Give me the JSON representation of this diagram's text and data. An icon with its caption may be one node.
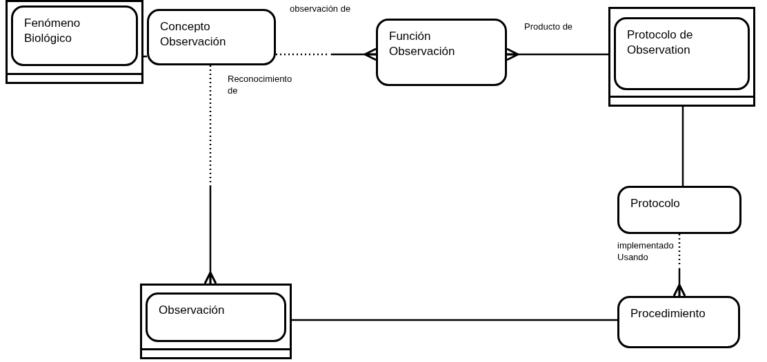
{
  "diagram": {
    "nodes": [
      {
        "text": [],
        "shape": "box"
      },
      {
        "text": [
          "Fenómeno Biológico"
        ],
        "in": 0
      },
      {
        "text": [
          "Concepto Observación"
        ]
      },
      {
        "text": [
          "Función Observación"
        ]
      },
      {
        "text": [],
        "shape": "box"
      },
      {
        "text": [
          "Protocolo de Observation"
        ],
        "in": 4
      },
      {
        "text": [
          "Protocolo"
        ]
      },
      {
        "text": [],
        "shape": "box"
      },
      {
        "text": [
          "Observación"
        ],
        "in": 7
      },
      {
        "text": [
          "Procedimiento"
        ]
      }
    ],
    "edges": [
      {
        "from": 0,
        "to": 2,
        "arrow": "none"
      },
      {
        "from": 2,
        "to": 3,
        "arrow": "other",
        "label": "observación de",
        "style": "dashed"
      },
      {
        "from": 4,
        "to": 3,
        "arrow": "other",
        "label": "Producto de"
      },
      {
        "from": 4,
        "to": 6,
        "arrow": "none"
      },
      {
        "from": 2,
        "to": 7,
        "arrow": "other",
        "label": "Reconocimiento de",
        "style": "dashed"
      },
      {
        "from": 6,
        "to": 9,
        "arrow": "other",
        "label": "implementado Usando",
        "style": "dashed"
      },
      {
        "from": 7,
        "to": 9,
        "arrow": "none"
      }
    ]
  }
}
